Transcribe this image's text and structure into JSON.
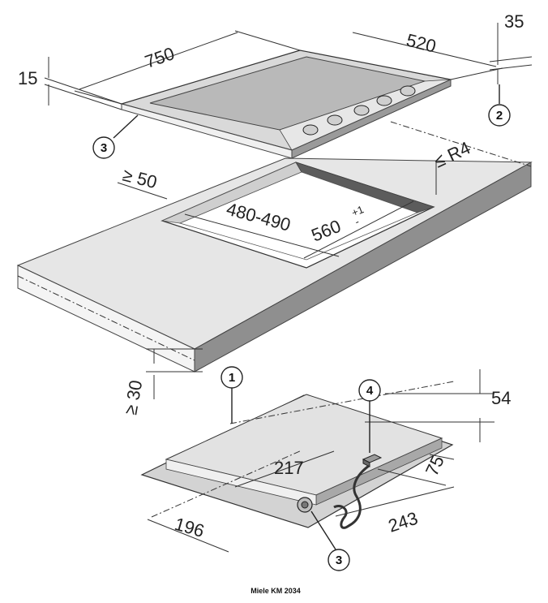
{
  "hob": {
    "width": "750",
    "depth": "520",
    "thickness": "15",
    "depth_extra": "35"
  },
  "cutout": {
    "min_front_margin": "≥ 50",
    "depth": "480-490",
    "width": "560",
    "tolerance": "+1",
    "tolerance2": "-",
    "corner_radius": "≤ R4"
  },
  "worktop": {
    "min_thickness": "≥ 30"
  },
  "underside": {
    "depth": "54",
    "connection_x": "217",
    "connection_y": "75",
    "left_offset": "196",
    "cable_offset": "243"
  },
  "callouts": [
    "1",
    "2",
    "3",
    "3",
    "4"
  ],
  "caption": "Miele KM 2034",
  "colors": {
    "counter_top": "#e6e6e6",
    "counter_front": "#f3f3f3",
    "counter_shadow": "#8f8f8f",
    "hob_frame": "#d6d6d6",
    "glass": "#b9b9b9",
    "hob_under": "#d2d2d2"
  }
}
